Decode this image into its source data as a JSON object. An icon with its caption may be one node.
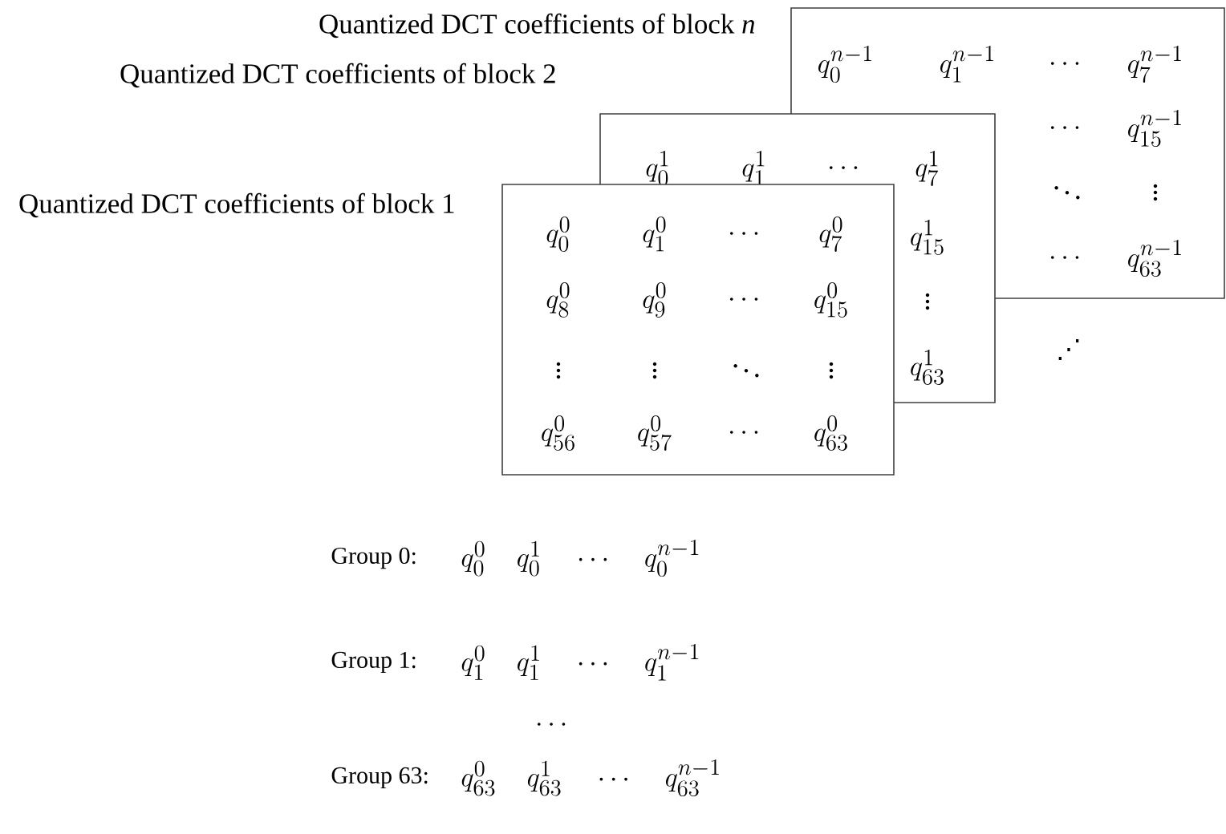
{
  "diagram": {
    "nodes": [
      {
        "text": [
          "Quantized DCT coefficients of block *n*",
          "q_0^{n-1}",
          "q_1^{n-1}",
          "\\cdots",
          "q_7^{n-1}",
          "\\cdots",
          "q_{15}^{n-1}",
          "\\ddots",
          "\\vdots",
          "\\cdots",
          "q_{63}^{n-1}"
        ]
      },
      {
        "text": [
          "Quantized DCT coefficients of block 2",
          "q_0^1",
          "q_1^1",
          "\\cdots",
          "q_7^1",
          "q_{15}^1",
          "\\vdots",
          "q_{63}^1"
        ]
      },
      {
        "text": [
          "Quantized DCT coefficients of block 1",
          "q_0^0",
          "q_1^0",
          "\\cdots",
          "q_7^0",
          "q_8^0",
          "q_9^0",
          "\\cdots",
          "q_{15}^0",
          "\\vdots",
          "\\vdots",
          "\\ddots",
          "\\vdots",
          "q_{56}^0",
          "q_{57}^0",
          "\\cdots",
          "q_{63}^0"
        ]
      }
    ],
    "labels": [
      "⋰",
      "Group 0:",
      "q_0^0 \\quad q_0^1 \\quad \\cdots \\quad q_0^{n-1}",
      "Group 1:",
      "q_1^0 \\quad q_1^1 \\quad \\cdots \\quad q_1^{n-1}",
      "\\cdots",
      "Group 63:",
      "q_{63}^0 \\quad q_{63}^1 \\quad \\cdots \\quad q_{63}^{n-1}"
    ]
  }
}
